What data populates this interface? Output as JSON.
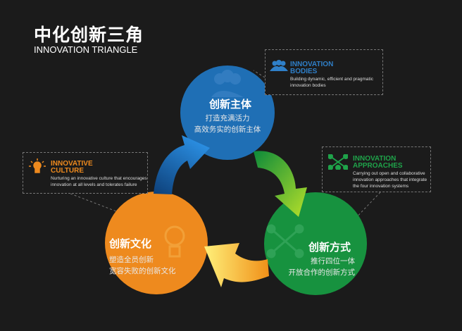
{
  "header": {
    "title": "中化创新三角",
    "subtitle": "INNOVATION TRIANGLE"
  },
  "colors": {
    "blue": "#1f6fb5",
    "orange": "#ee8a1e",
    "green": "#17923f",
    "yellow": "#f5b81a",
    "background": "#1b1b1b"
  },
  "nodes": {
    "bodies": {
      "title": "创新主体",
      "lines": [
        "打造充满活力",
        "高效务实的创新主体"
      ],
      "info_title": [
        "INNOVATION",
        "BODIES"
      ],
      "info_desc": "Building dynamic, efficient and pragmatic innovation bodies",
      "icon": "people-icon"
    },
    "culture": {
      "title": "创新文化",
      "lines": [
        "塑造全员创新",
        "宽容失败的创新文化"
      ],
      "info_title": [
        "INNOVATIVE",
        "CULTURE"
      ],
      "info_desc": "Nurturing an innovative culture that encourages innovation at all levels and tolerates failure",
      "icon": "lightbulb-icon"
    },
    "approaches": {
      "title": "创新方式",
      "lines": [
        "推行四位一体",
        "开放合作的创新方式"
      ],
      "info_title": [
        "INNOVATION",
        "APPROACHES"
      ],
      "info_desc": "Carrying out open and collaborative innovation approaches that integrate the four innovation systems",
      "icon": "network-icon"
    }
  }
}
